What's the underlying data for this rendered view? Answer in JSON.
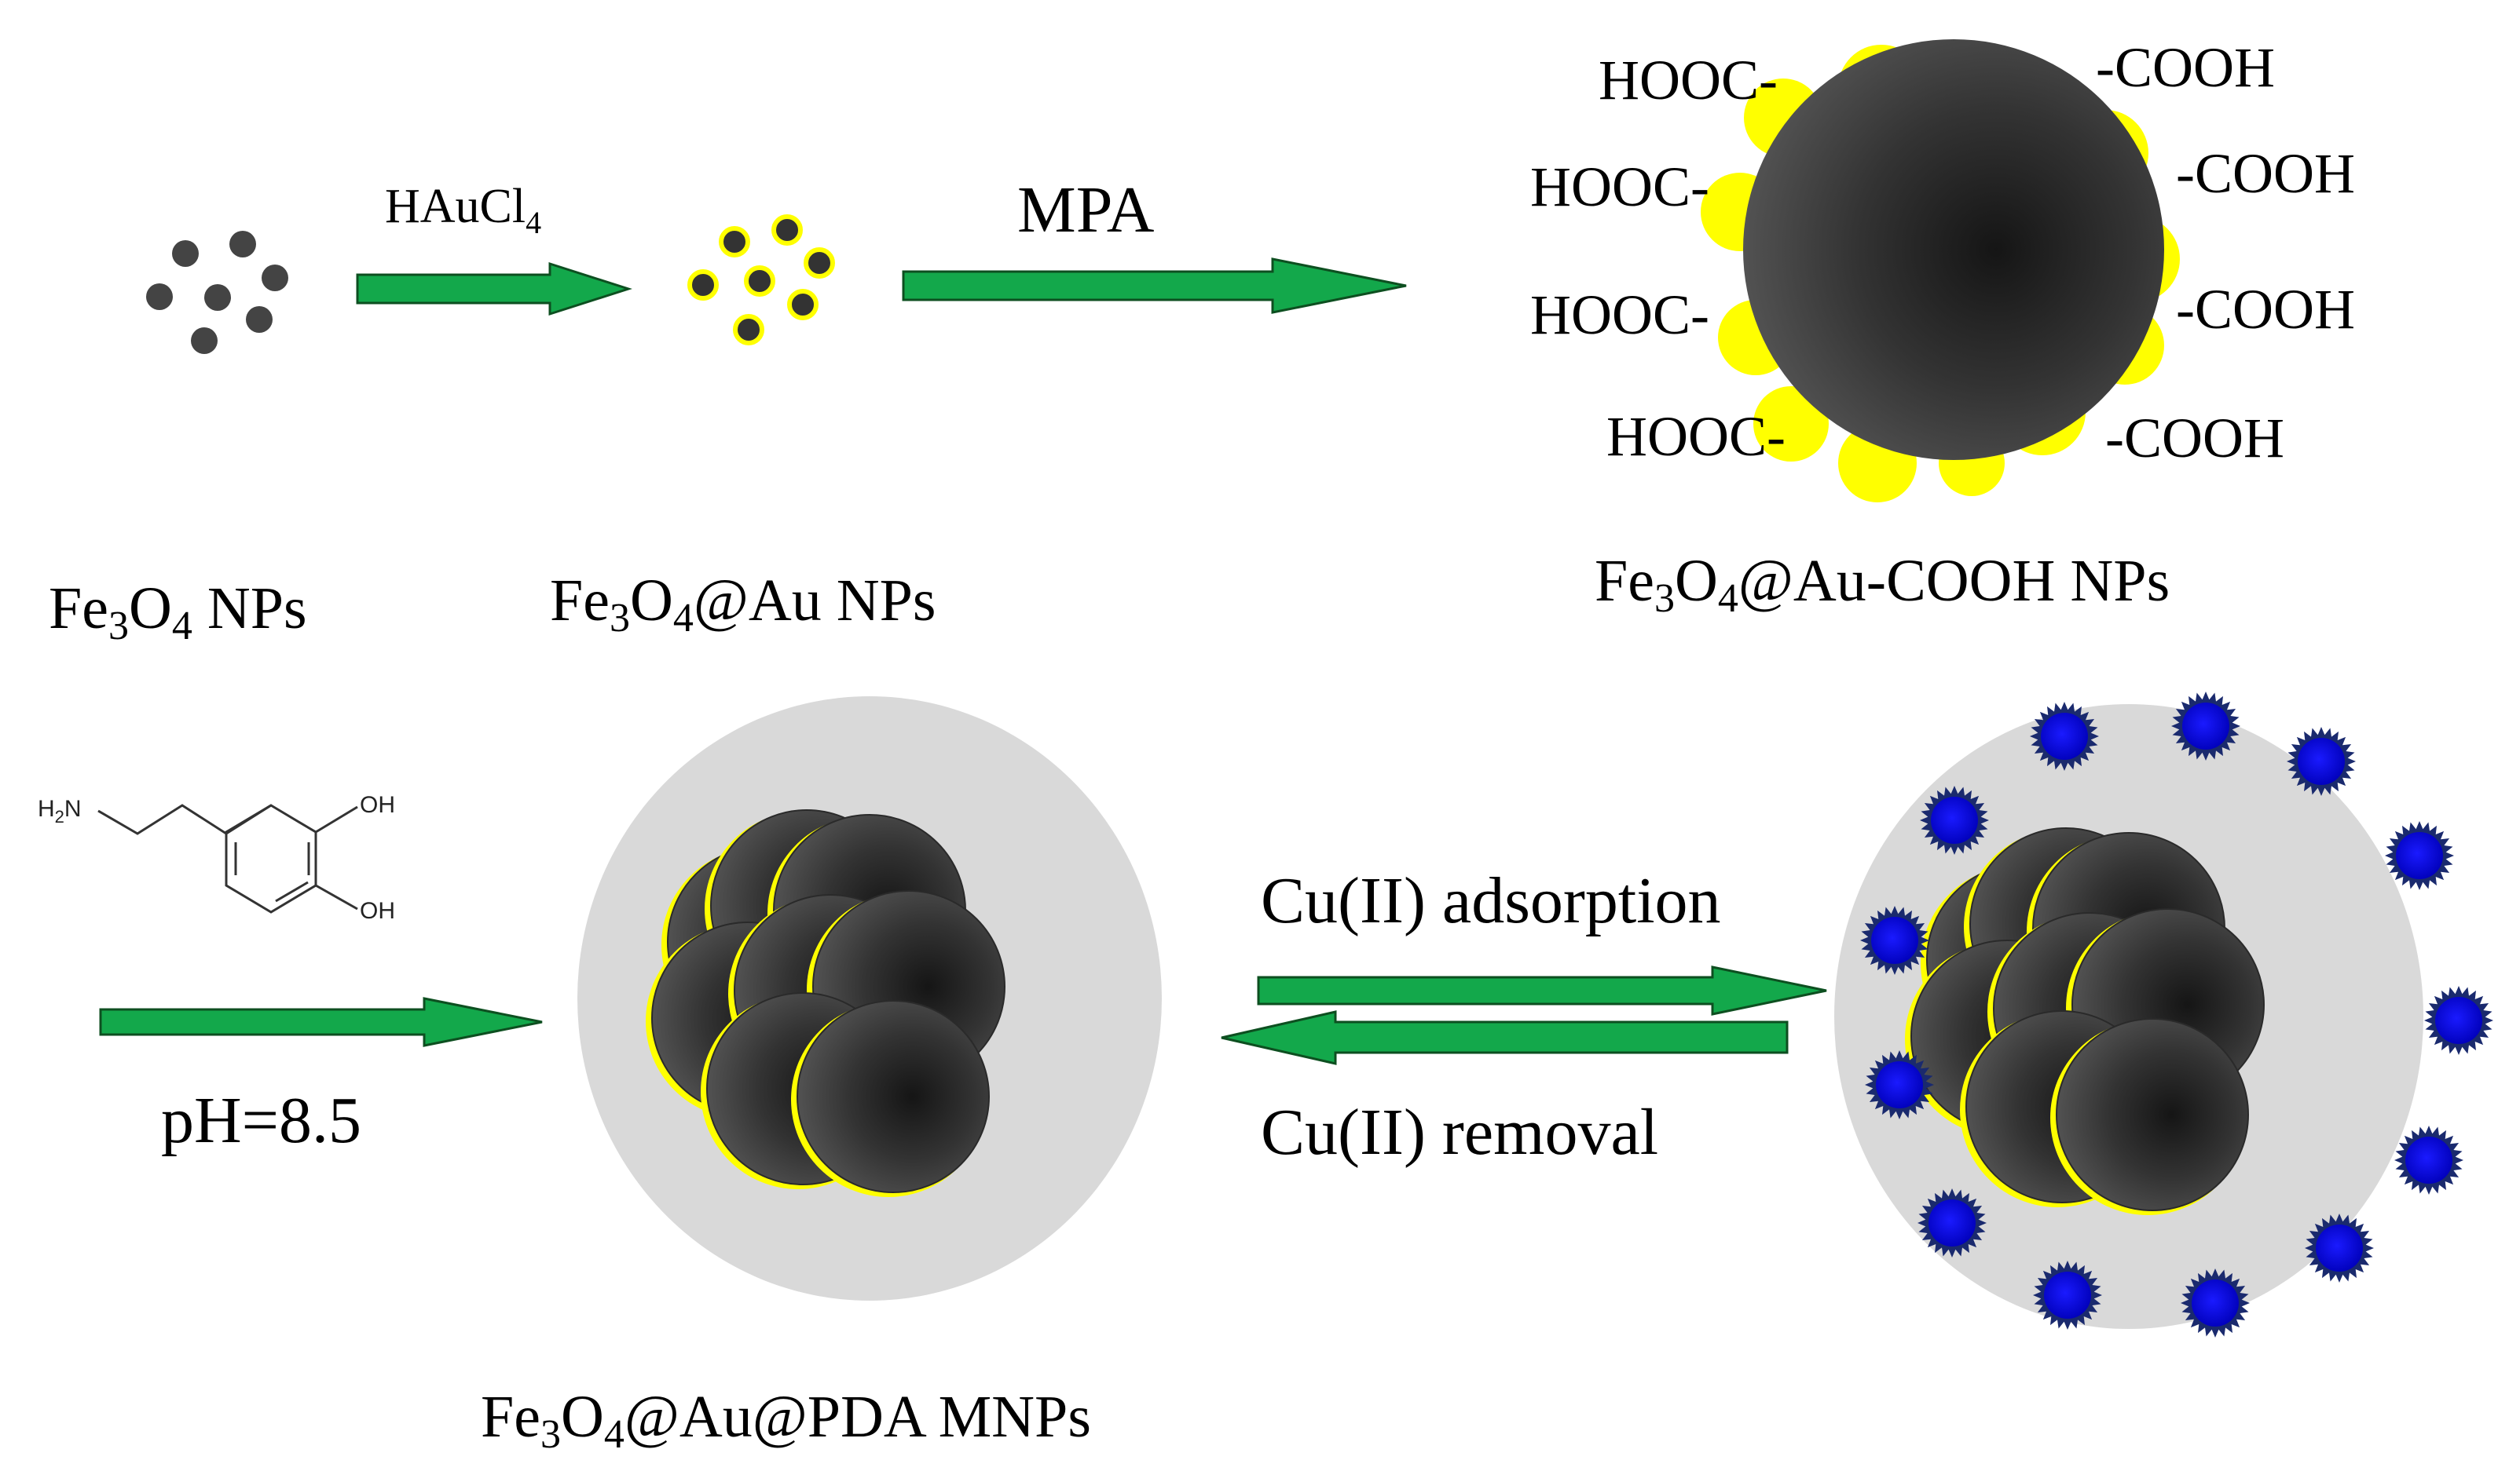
{
  "labels": {
    "fe3o4": {
      "a": "Fe",
      "s1": "3",
      "b": "O",
      "s2": "4",
      "c": " NPs"
    },
    "fe3o4_au": {
      "a": "Fe",
      "s1": "3",
      "b": "O",
      "s2": "4",
      "c": "@Au NPs"
    },
    "fe3o4_au_cooh": {
      "a": "Fe",
      "s1": "3",
      "b": "O",
      "s2": "4",
      "c": "@Au-COOH NPs"
    },
    "fe3o4_au_pda": {
      "a": "Fe",
      "s1": "3",
      "b": "O",
      "s2": "4",
      "c": "@Au@PDA MNPs"
    }
  },
  "arrows": {
    "haucl4": {
      "a": "HAuCl",
      "s": "4"
    },
    "mpa": "MPA",
    "ph": "pH=8.5",
    "adsorption": "Cu(II) adsorption",
    "removal": "Cu(II) removal"
  },
  "groups": {
    "left": [
      "HOOC-",
      "HOOC-",
      "HOOC-",
      "HOOC-"
    ],
    "right": [
      "-COOH",
      "-COOH",
      "-COOH",
      "-COOH"
    ]
  },
  "dopamine": {
    "nh2": {
      "a": "H",
      "s": "2",
      "b": "N"
    },
    "oh1": "OH",
    "oh2": "OH"
  },
  "colors": {
    "core": "#333333",
    "gold": "#ffff00",
    "arrow_fill": "#13a84b",
    "arrow_stroke": "#0d4f20",
    "pda_shell": "#d9d9d9",
    "cu_ion": "#0a0adc",
    "cu_spike": "#1a2a6e"
  }
}
